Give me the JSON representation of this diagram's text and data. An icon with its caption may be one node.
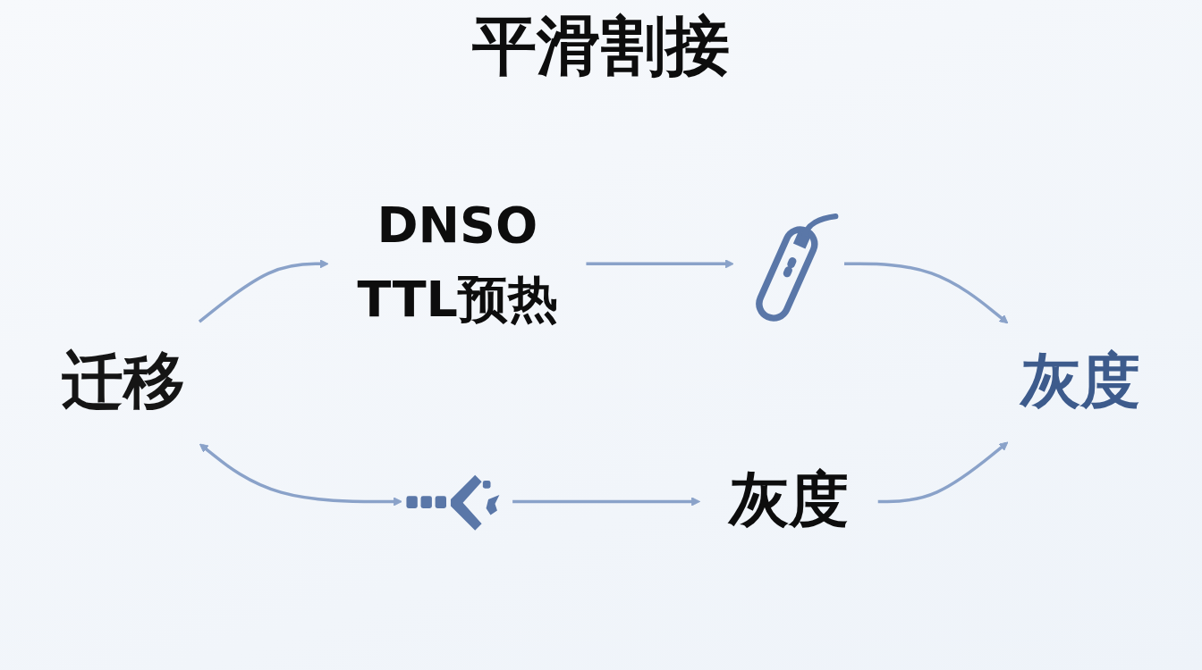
{
  "diagram": {
    "nodes": [
      {
        "text": [
          "迁移"
        ]
      },
      {
        "text": [
          "DNSO",
          "TTL预热"
        ]
      },
      {
        "text": [],
        "shape": "picture"
      },
      {
        "text": [],
        "shape": "picture"
      },
      {
        "text": [
          "灰度"
        ]
      },
      {
        "text": [
          "灰度"
        ]
      }
    ],
    "edges": [
      {
        "from": 0,
        "to": 1,
        "arrow": "to"
      },
      {
        "from": 1,
        "to": 2,
        "arrow": "to"
      },
      {
        "from": 2,
        "to": 5,
        "arrow": "to"
      },
      {
        "from": 3,
        "to": 4,
        "arrow": "to"
      },
      {
        "from": 4,
        "to": 5,
        "arrow": "to"
      },
      {
        "from": 0,
        "to": 3,
        "arrow": "both"
      }
    ],
    "labels": [
      "平滑割接"
    ]
  }
}
